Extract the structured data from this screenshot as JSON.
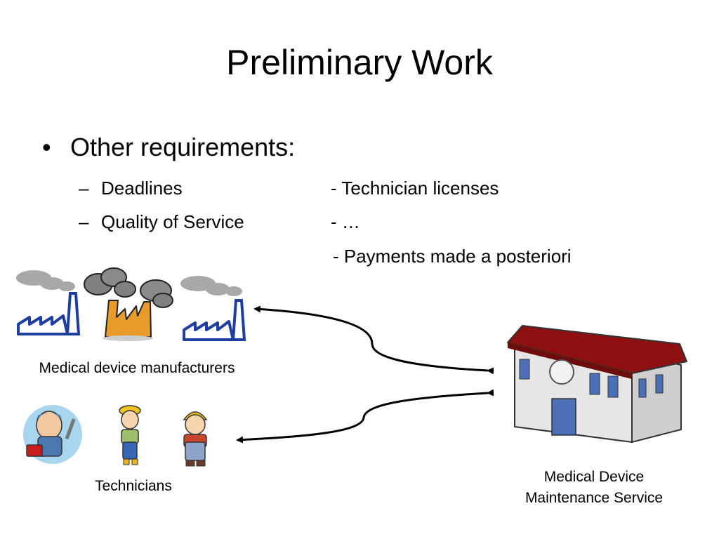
{
  "slide": {
    "title": "Preliminary Work",
    "bullet": "Other requirements:",
    "bullet_marker": "•",
    "sub_marker": "–",
    "left_items": [
      "Deadlines",
      "Quality of Service"
    ],
    "right_items": [
      "- Technician licenses",
      "- …",
      "- Payments made a posteriori"
    ]
  },
  "diagram": {
    "manufacturers_label": "Medical device manufacturers",
    "technicians_label": "Technicians",
    "service_label_line1": "Medical Device",
    "service_label_line2": "Maintenance Service"
  },
  "colors": {
    "factory_blue": "#1f3fa0",
    "smoke_gray": "#a8a8a8",
    "factory_orange": "#e69b2a",
    "roof_red": "#8e1010",
    "window_blue": "#4d6fb8"
  },
  "icons": [
    "factory-icon",
    "polluting-factory-icon",
    "factory-icon",
    "mechanic-icon",
    "female-builder-icon",
    "builder-icon",
    "building-icon"
  ]
}
